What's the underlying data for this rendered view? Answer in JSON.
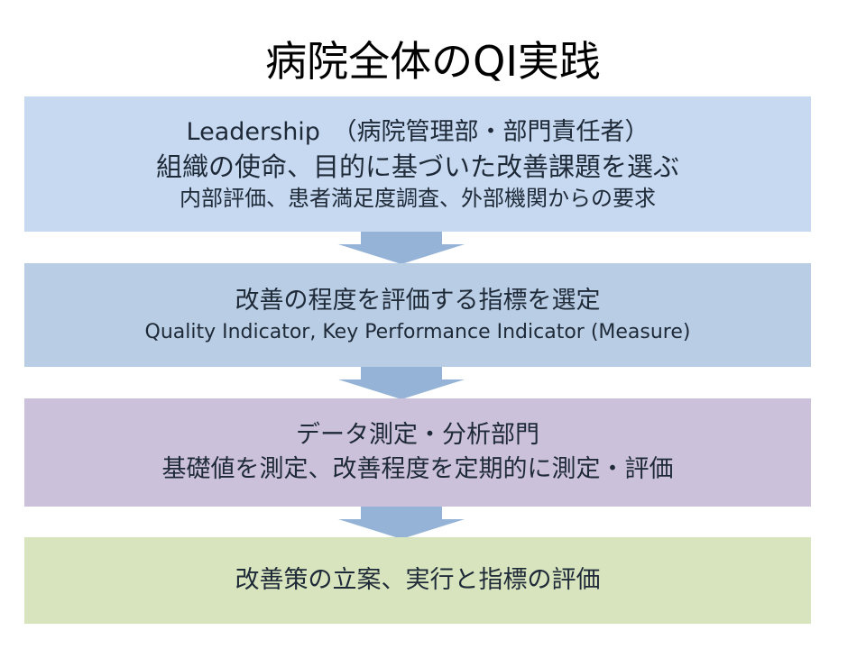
{
  "title": "病院全体のQI実践",
  "steps": [
    {
      "lines": [
        "Leadership　（病院管理部・部門責任者）",
        "組織の使命、目的に基づいた改善課題を選ぶ",
        "内部評価、患者満足度調査、外部機関からの要求"
      ]
    },
    {
      "lines": [
        "改善の程度を評価する指標を選定",
        "Quality Indicator,  Key Performance Indicator  (Measure)"
      ]
    },
    {
      "lines": [
        "データ測定・分析部門",
        "基礎値を測定、改善程度を定期的に測定・評価"
      ]
    },
    {
      "lines": [
        "改善策の立案、実行と指標の評価"
      ]
    }
  ],
  "colors": {
    "box1": "#c6d9f1",
    "box2": "#b9cde5",
    "box3": "#ccc1da",
    "box4": "#d7e4bd",
    "arrow": "#95b3d7"
  }
}
